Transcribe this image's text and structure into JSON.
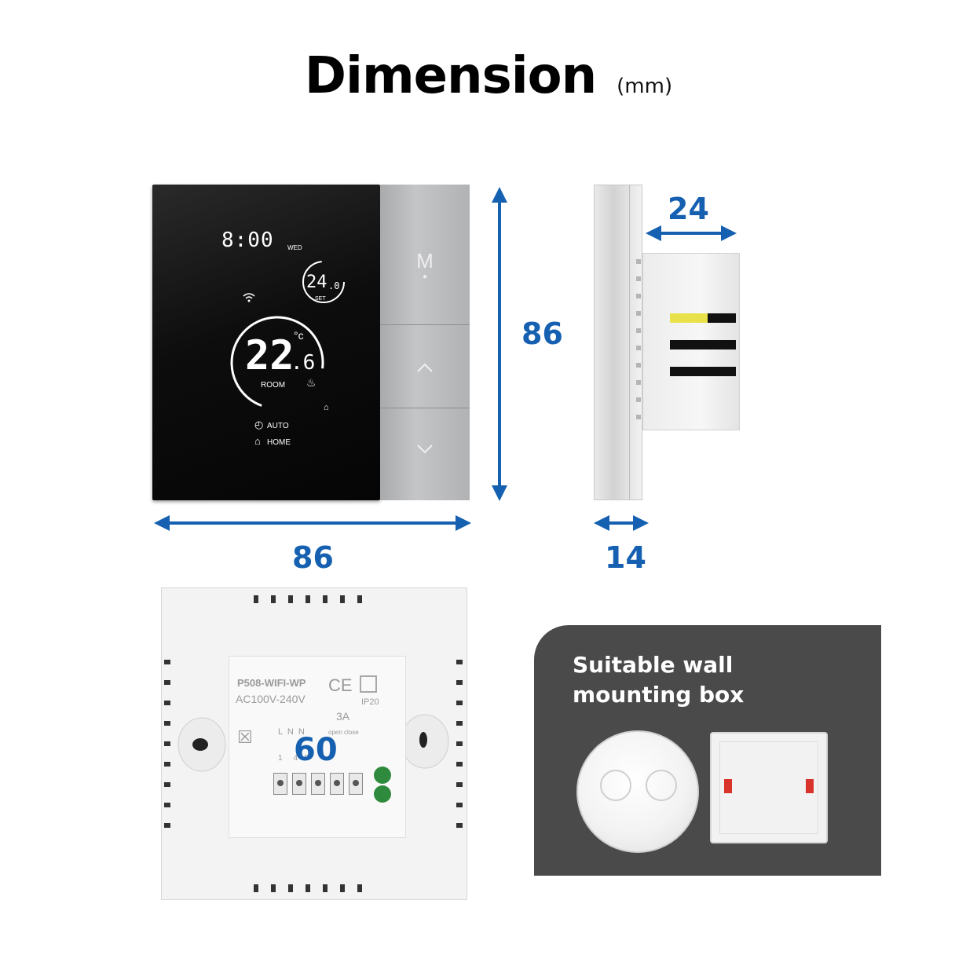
{
  "title": "Dimension",
  "title_unit": "(mm)",
  "dimensions": {
    "front_width": "86",
    "front_height": "86",
    "depth_box": "24",
    "depth_plate": "14",
    "back_diagonal": "60"
  },
  "display": {
    "clock": "8:00",
    "weekday": "WED",
    "set_temp_int": "24",
    "set_temp_dec": ".0",
    "set_label": "SET",
    "room_temp_int": "22",
    "room_temp_dec": ".6",
    "room_unit": "°c",
    "room_label": "ROOM",
    "mode_auto": "AUTO",
    "mode_home": "HOME"
  },
  "buttons": {
    "mode_label": "M"
  },
  "back_label": {
    "model": "P508-WIFI-WP",
    "voltage": "AC100V-240V",
    "current": "3A",
    "ip_rating": "IP20",
    "terminals": "L  N  N",
    "numbers": "1     4   5",
    "open_close": "open close"
  },
  "panel": {
    "line1": "Suitable wall",
    "line2": "mounting box"
  },
  "colors": {
    "accent_blue": "#1560b0",
    "panel_bg": "#4a4a4a"
  }
}
